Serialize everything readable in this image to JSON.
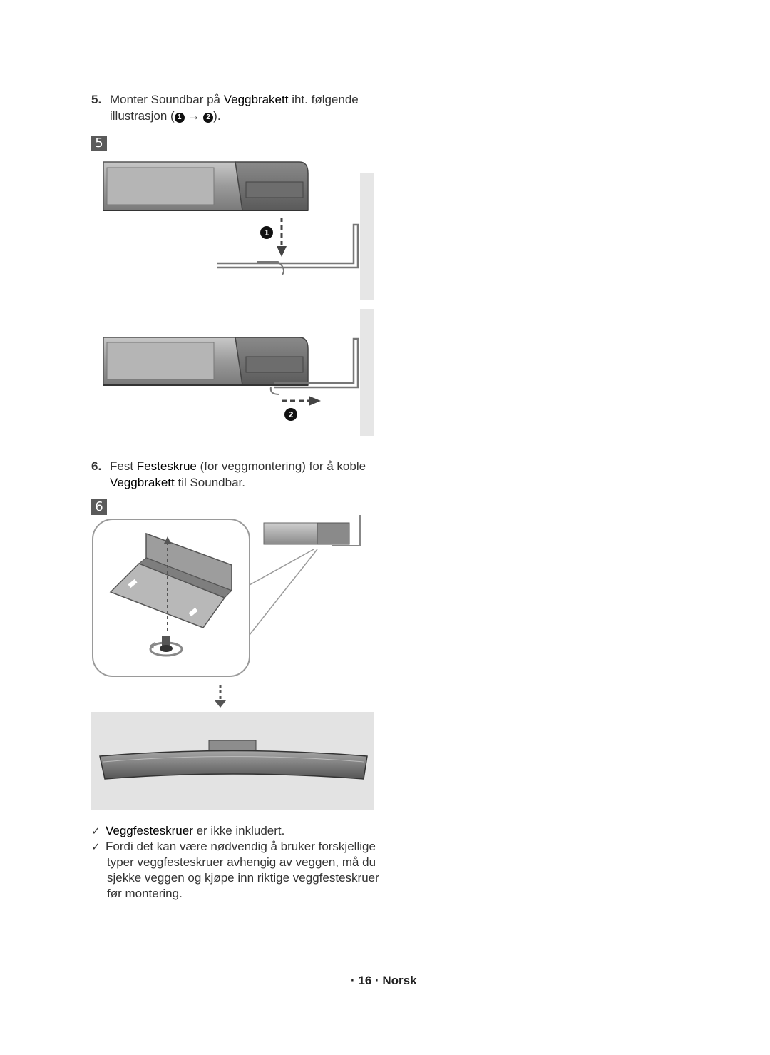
{
  "step5": {
    "number": "5.",
    "text_a": "Monter Soundbar på ",
    "bold_a": "Veggbrakett",
    "text_b": " iht. følgende",
    "line2_a": "illustrasjon (",
    "marker1": "1",
    "arrow": "→",
    "marker2": "2",
    "line2_b": ").",
    "box_label": "5",
    "callout1": "1",
    "callout2": "2"
  },
  "step6": {
    "number": "6.",
    "text_a": "Fest ",
    "bold_a": "Festeskrue",
    "text_b": " (for veggmontering) for å koble",
    "bold_b": "Veggbrakett",
    "text_c": " til Soundbar.",
    "box_label": "6"
  },
  "notes": {
    "note1_bold": "Veggfesteskruer",
    "note1_rest": " er ikke inkludert.",
    "note2_lines": [
      "Fordi det kan være nødvendig å bruker forskjellige",
      "typer veggfesteskruer avhengig av veggen, må du",
      "sjekke veggen og kjøpe inn riktige veggfesteskruer",
      "før montering."
    ]
  },
  "footer": {
    "text": "· 16 · Norsk"
  },
  "colors": {
    "text": "#333333",
    "illustration_gray": "#a0a0a0",
    "wall": "#e6e6e6",
    "panel": "#e3e3e3"
  }
}
